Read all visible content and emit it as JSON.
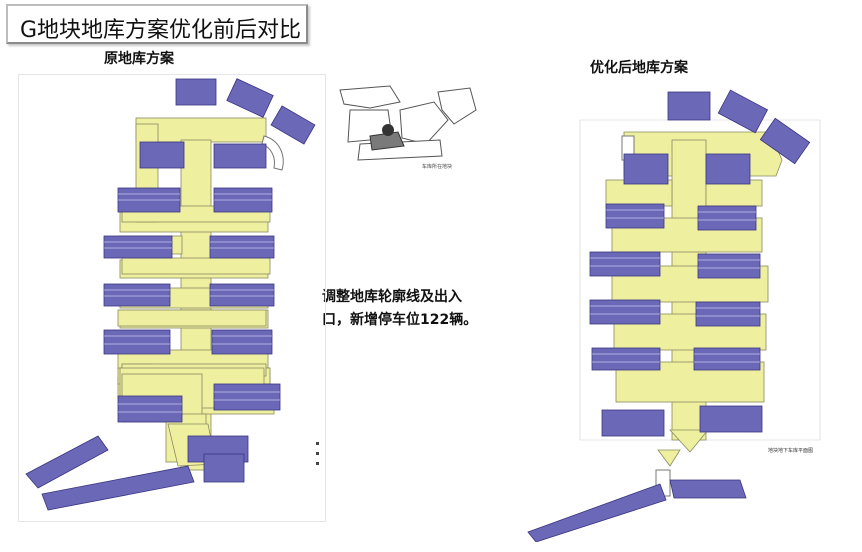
{
  "slide": {
    "title": "G地块地库方案优化前后对比",
    "left_caption": "原地库方案",
    "right_caption": "优化后地库方案",
    "note_line1": "调整地库轮廓线及出入",
    "note_line2": "口，新增停车位122辆。"
  },
  "key_map": {
    "caption": "车库所在地块"
  },
  "right_plan": {
    "caption": "地块地下车库平面图"
  },
  "colors": {
    "garage": "#eef0a0",
    "building": "#6b68b8",
    "building_dark": "#3a3580",
    "outline": "#777777"
  }
}
